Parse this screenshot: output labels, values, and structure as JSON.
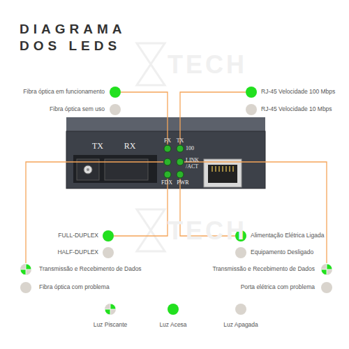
{
  "diagram": {
    "title": "DIAGRAMA DOS LEDS",
    "labels": [
      "Fibra óptica em funcionamento",
      "Fibra óptica sem uso",
      "RJ-45 Velocidade 100 Mbps",
      "RJ-45 Velocidade 10 Mbps",
      "TX",
      "RX",
      "FX",
      "TX",
      "100",
      "LINK /ACT",
      "FDX",
      "PWR",
      "FULL-DUPLEX",
      "HALF-DUPLEX",
      "Transmissão e Recebimento de Dados",
      "Fibra óptica com problema",
      "Alimentação Elétrica Ligada",
      "Equipamento Desligado",
      "Transmissão e Recebimento de Dados",
      "Porta elétrica com problema",
      "TECH",
      "TECH"
    ],
    "legend": [
      {
        "text": "Luz Piscante"
      },
      {
        "text": "Luz Acesa",
        "color": "#22e01f"
      },
      {
        "text": "Luz Apagada",
        "color": "#d9d4cd"
      }
    ]
  }
}
